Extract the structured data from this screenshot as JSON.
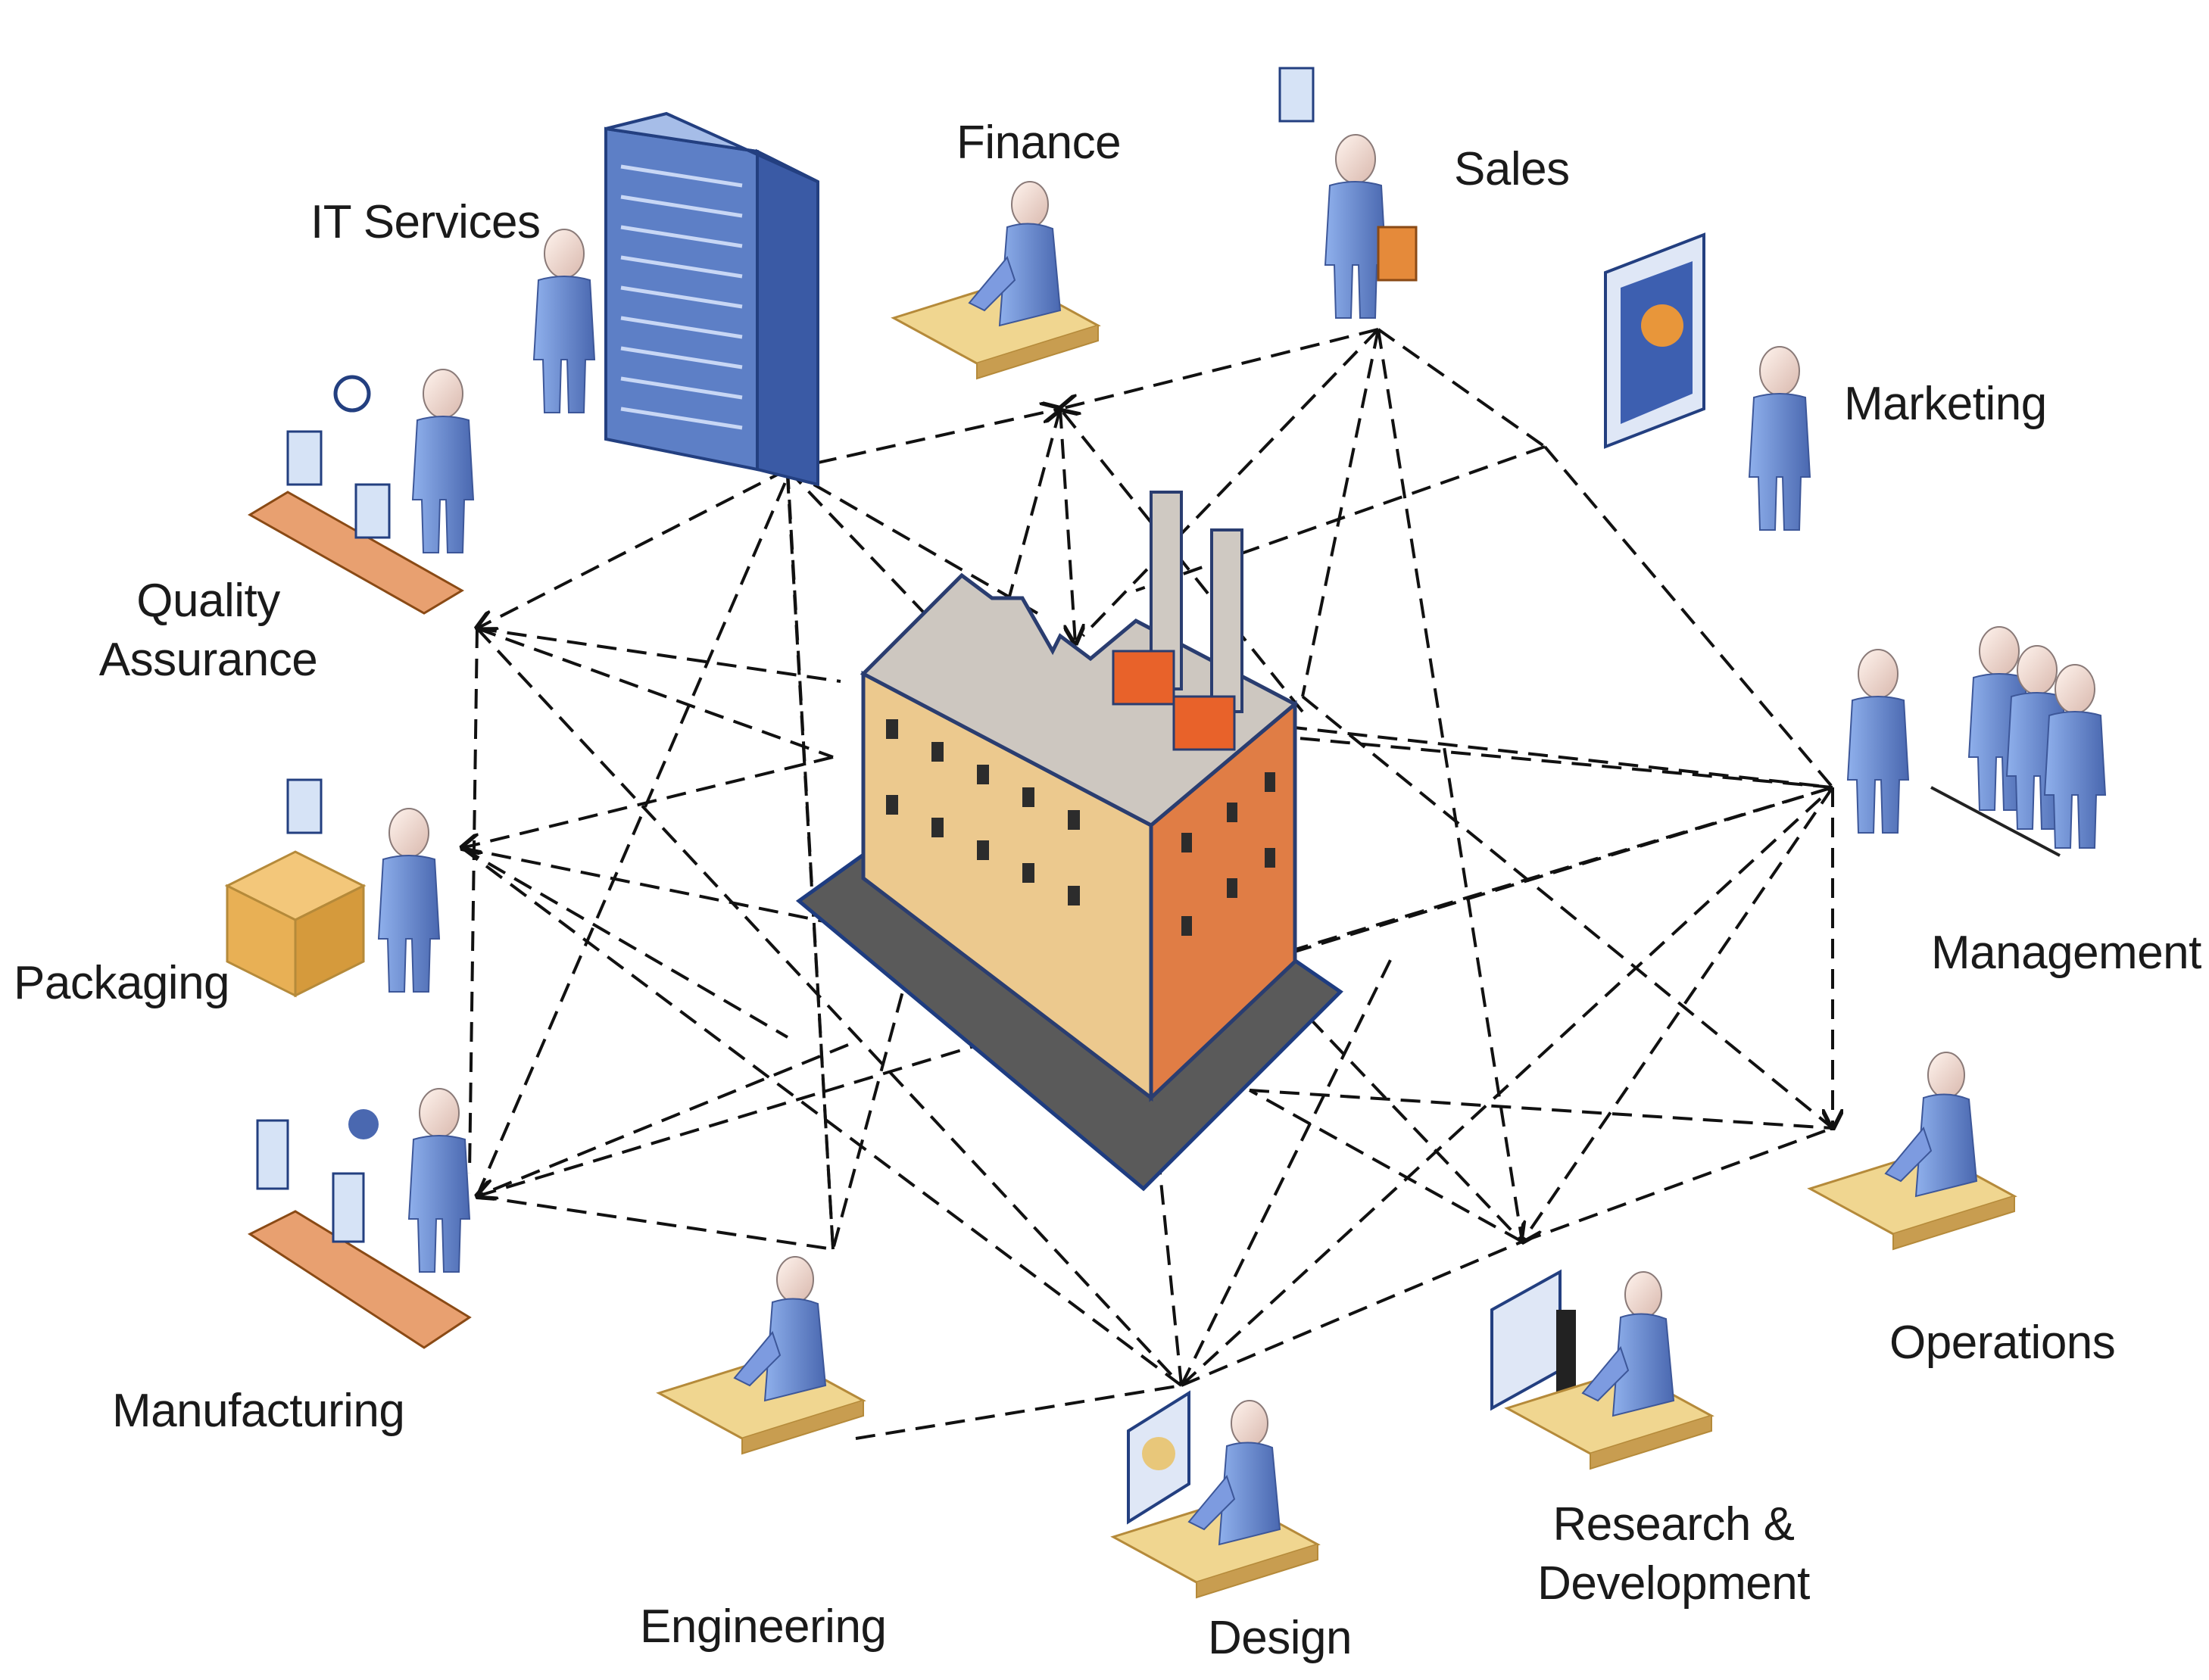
{
  "diagram": {
    "nodes": {
      "it_services": {
        "label": "IT Services"
      },
      "finance": {
        "label": "Finance"
      },
      "sales": {
        "label": "Sales"
      },
      "marketing": {
        "label": "Marketing"
      },
      "quality_assurance": {
        "label_line1": "Quality",
        "label_line2": "Assurance"
      },
      "packaging": {
        "label": "Packaging"
      },
      "management": {
        "label": "Management"
      },
      "manufacturing": {
        "label": "Manufacturing"
      },
      "operations": {
        "label": "Operations"
      },
      "engineering": {
        "label": "Engineering"
      },
      "design": {
        "label": "Design"
      },
      "research_development": {
        "label_line1": "Research &",
        "label_line2": "Development"
      }
    },
    "hub": "factory",
    "connector_style": "dashed-arrow",
    "colors": {
      "person": "#6f8fd6",
      "person_dark": "#4a68b0",
      "desk": "#e8c77a",
      "factory_left": "#e6c58f",
      "factory_right": "#e0804a",
      "roof": "#c9c4be",
      "accent": "#e8622a"
    }
  }
}
